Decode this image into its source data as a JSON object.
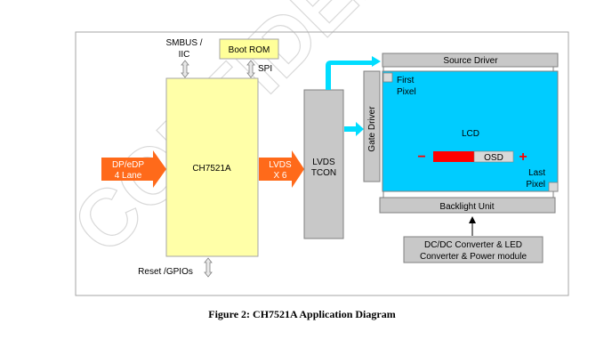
{
  "watermark": {
    "text": "CONFIDENTIAL TO CQC ONLY",
    "color": "#d9d9d9"
  },
  "colors": {
    "chip": "#ffffa8",
    "boot_rom": "#ffff99",
    "gray_block": "#c8c8c8",
    "lcd": "#00ccff",
    "orange_arrow": "#ff6a1a",
    "cyan_arrow": "#00ddff",
    "osd_red": "#ff0000",
    "osd_gray": "#d9d9d9"
  },
  "blocks": {
    "chip": "CH7521A",
    "boot_rom": "Boot ROM",
    "smbus_line1": "SMBUS /",
    "smbus_line2": "IIC",
    "spi": "SPI",
    "reset": "Reset /GPIOs",
    "input_line1": "DP/eDP",
    "input_line2": "4 Lane",
    "lvds_line1": "LVDS",
    "lvds_line2": "X 6",
    "tcon_line1": "LVDS",
    "tcon_line2": "TCON",
    "gate_driver": "Gate Driver",
    "source_driver": "Source Driver",
    "lcd": "LCD",
    "first_line1": "First",
    "first_line2": "Pixel",
    "last_line1": "Last",
    "last_line2": "Pixel",
    "osd": "OSD",
    "minus": "−",
    "plus": "+",
    "backlight": "Backlight Unit",
    "dcdc_line1": "DC/DC Converter & LED",
    "dcdc_line2": "Converter & Power module"
  },
  "caption": "Figure 2: CH7521A Application Diagram"
}
